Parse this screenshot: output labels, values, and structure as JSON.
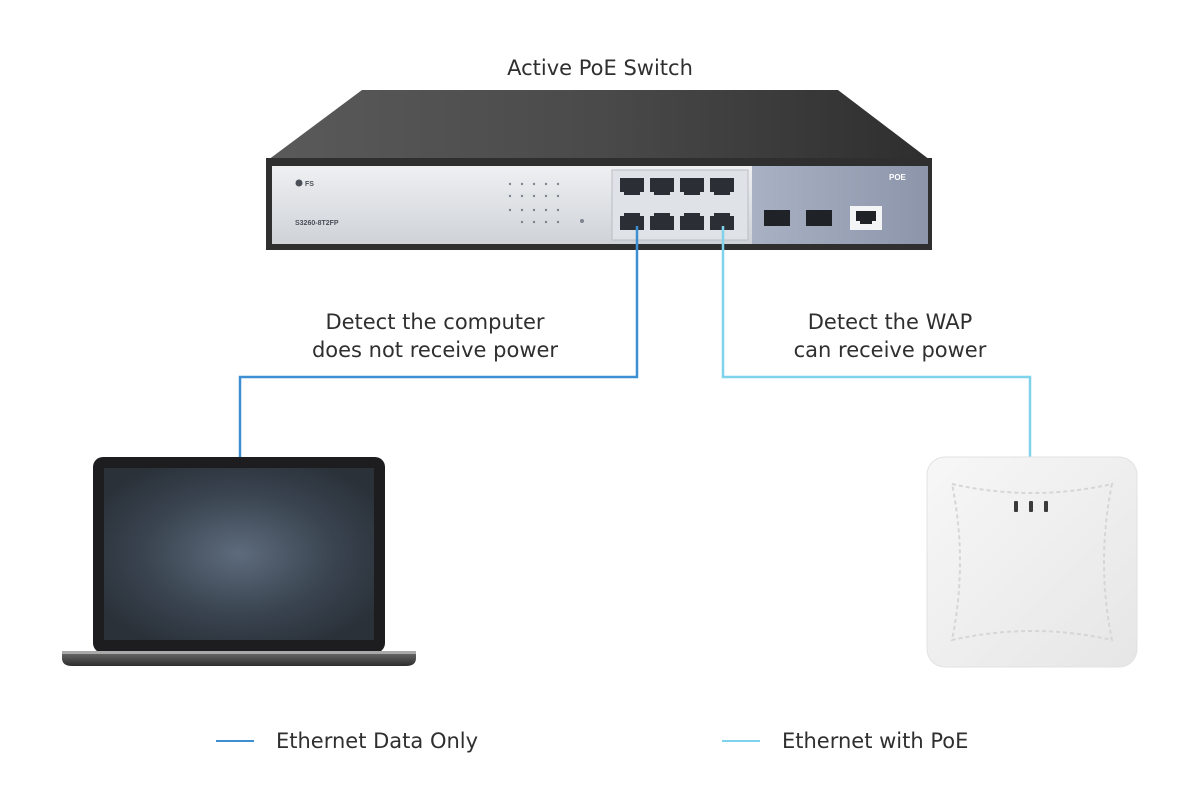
{
  "diagram": {
    "title": "Active PoE Switch",
    "switch": {
      "brand": "FS",
      "model": "S3260-8T2FP",
      "badge": "POE"
    },
    "links": [
      {
        "label_line1": "Detect the computer",
        "label_line2": "does not receive power"
      },
      {
        "label_line1": "Detect the WAP",
        "label_line2": "can receive power"
      }
    ],
    "legend": [
      {
        "label": "Ethernet Data Only",
        "color": "#3d8fd1"
      },
      {
        "label": "Ethernet with PoE",
        "color": "#7fd3ea"
      }
    ]
  },
  "colors": {
    "data_only": "#3d8fd1",
    "poe": "#7fd3ea",
    "switch_body": "#3a3a3a",
    "switch_face": "#e2e4e7",
    "poe_panel": "#9aa3b7"
  }
}
